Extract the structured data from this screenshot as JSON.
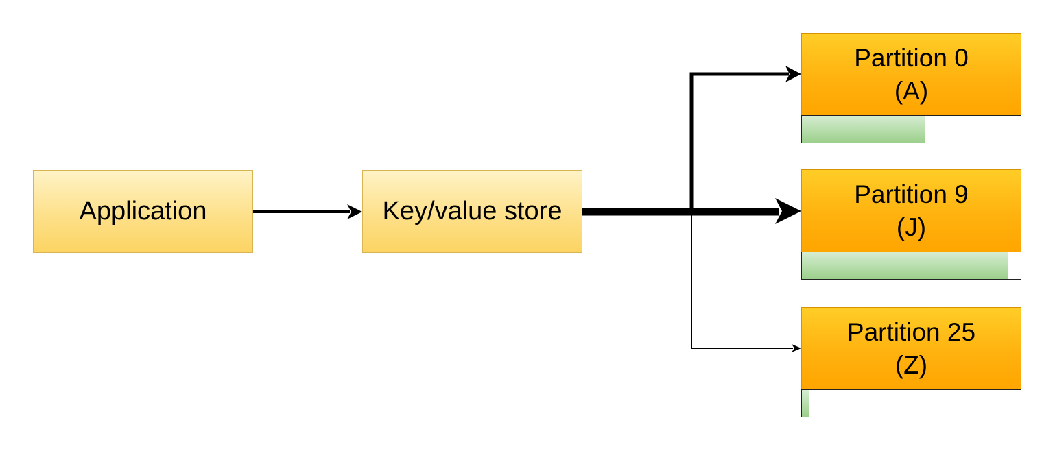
{
  "nodes": {
    "application": {
      "label": "Application"
    },
    "store": {
      "label": "Key/value store"
    }
  },
  "partitions": [
    {
      "title": "Partition 0",
      "key": "(A)",
      "fill_fraction": 0.56
    },
    {
      "title": "Partition 9",
      "key": "(J)",
      "fill_fraction": 0.94
    },
    {
      "title": "Partition 25",
      "key": "(Z)",
      "fill_fraction": 0.03
    }
  ],
  "colors": {
    "node_fill": "#fde08a",
    "partition_fill": "#ffb20f",
    "usage_fill": "#b3dca7",
    "arrow": "#000000"
  }
}
